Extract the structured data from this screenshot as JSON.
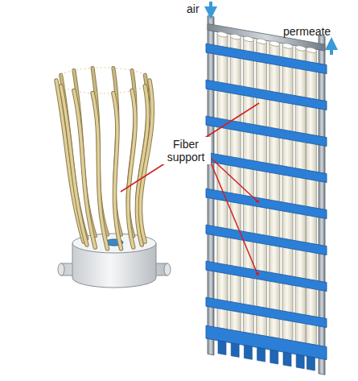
{
  "diagram": {
    "labels": [
      "air",
      "permeate",
      "Fiber support"
    ]
  }
}
